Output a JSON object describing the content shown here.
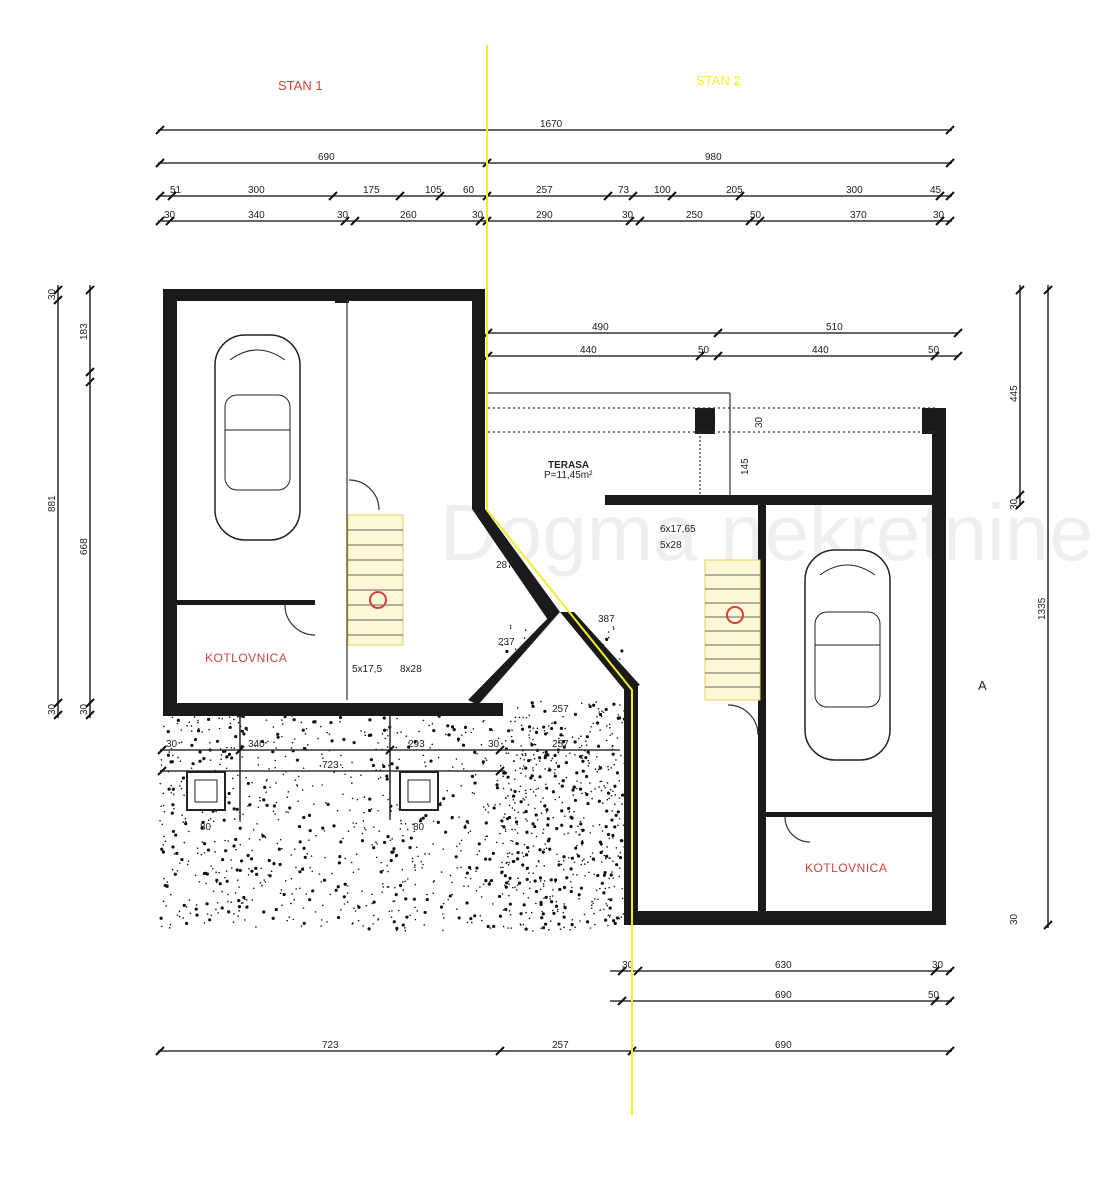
{
  "titles": {
    "stan1": "STAN 1",
    "stan2": "STAN 2"
  },
  "colors": {
    "stan1": "#d0433a",
    "stan2": "#f1ee3a",
    "divider": "#f3ee2c",
    "wall": "#1a1a1a"
  },
  "watermark": "Dogma nekretnine",
  "rooms": {
    "kotlovnica_left": "KOTLOVNICA",
    "kotlovnica_right": "KOTLOVNICA",
    "terasa": "TERASA",
    "terasa_area": "P=11,45m²",
    "label_a": "A"
  },
  "stairs": {
    "left": "5x17,5",
    "left2": "8x28",
    "right": "6x17,65",
    "right2": "5x28"
  },
  "dims_top": {
    "row1": [
      "1670"
    ],
    "row2": [
      "690",
      "980"
    ],
    "row3": [
      "51",
      "300",
      "175",
      "105",
      "60",
      "257",
      "73",
      "100",
      "205",
      "300",
      "45"
    ],
    "row4": [
      "30",
      "340",
      "30",
      "260",
      "30",
      "290",
      "30",
      "250",
      "50",
      "370",
      "30"
    ]
  },
  "dims_upper_right": {
    "row1": [
      "490",
      "510"
    ],
    "row2": [
      "440",
      "50",
      "440",
      "50"
    ]
  },
  "dims_left": {
    "outer": [
      "30",
      "881",
      "30"
    ],
    "inner": [
      "183",
      "668",
      "30"
    ]
  },
  "dims_right": {
    "inner": [
      "445",
      "30",
      "30"
    ],
    "outer": [
      "1335"
    ]
  },
  "dims_interior": [
    "287",
    "237",
    "387",
    "145",
    "30",
    "257"
  ],
  "dims_lower_left": {
    "row1": [
      "30",
      "340",
      "293",
      "30",
      "257"
    ],
    "row2": [
      "723"
    ],
    "pits": [
      "80",
      "80"
    ]
  },
  "dims_bottom": {
    "row1": [
      "30",
      "630",
      "30"
    ],
    "row2": [
      "690",
      "50"
    ],
    "row3": [
      "723",
      "257",
      "690"
    ]
  }
}
